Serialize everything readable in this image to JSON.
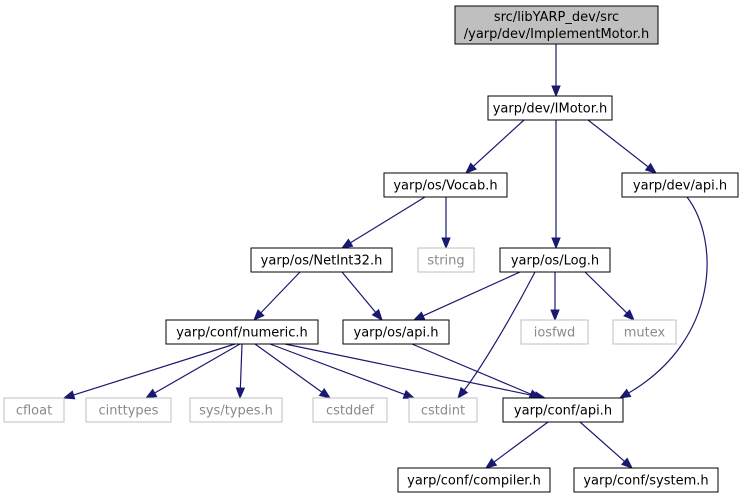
{
  "colors": {
    "edge": "#191970",
    "root_fill": "#bfbfbf",
    "node_border": "#000000",
    "system_border": "#bfbfbf",
    "system_text": "#8a8a8a"
  },
  "nodes": [
    {
      "id": "implementmotor",
      "lines": [
        "src/libYARP_dev/src",
        "/yarp/dev/ImplementMotor.h"
      ],
      "kind": "root"
    },
    {
      "id": "imotor",
      "lines": [
        "yarp/dev/IMotor.h"
      ],
      "kind": "header"
    },
    {
      "id": "vocab",
      "lines": [
        "yarp/os/Vocab.h"
      ],
      "kind": "header"
    },
    {
      "id": "devapi",
      "lines": [
        "yarp/dev/api.h"
      ],
      "kind": "header"
    },
    {
      "id": "netint32",
      "lines": [
        "yarp/os/NetInt32.h"
      ],
      "kind": "header"
    },
    {
      "id": "string",
      "lines": [
        "string"
      ],
      "kind": "system"
    },
    {
      "id": "log",
      "lines": [
        "yarp/os/Log.h"
      ],
      "kind": "header"
    },
    {
      "id": "numeric",
      "lines": [
        "yarp/conf/numeric.h"
      ],
      "kind": "header"
    },
    {
      "id": "osapi",
      "lines": [
        "yarp/os/api.h"
      ],
      "kind": "header"
    },
    {
      "id": "iosfwd",
      "lines": [
        "iosfwd"
      ],
      "kind": "system"
    },
    {
      "id": "mutex",
      "lines": [
        "mutex"
      ],
      "kind": "system"
    },
    {
      "id": "cfloat",
      "lines": [
        "cfloat"
      ],
      "kind": "system"
    },
    {
      "id": "cinttypes",
      "lines": [
        "cinttypes"
      ],
      "kind": "system"
    },
    {
      "id": "systypes",
      "lines": [
        "sys/types.h"
      ],
      "kind": "system"
    },
    {
      "id": "cstddef",
      "lines": [
        "cstddef"
      ],
      "kind": "system"
    },
    {
      "id": "cstdint",
      "lines": [
        "cstdint"
      ],
      "kind": "system"
    },
    {
      "id": "confapi",
      "lines": [
        "yarp/conf/api.h"
      ],
      "kind": "header"
    },
    {
      "id": "compiler",
      "lines": [
        "yarp/conf/compiler.h"
      ],
      "kind": "header"
    },
    {
      "id": "system",
      "lines": [
        "yarp/conf/system.h"
      ],
      "kind": "header"
    }
  ],
  "edges": [
    {
      "from": "implementmotor",
      "to": "imotor"
    },
    {
      "from": "imotor",
      "to": "vocab"
    },
    {
      "from": "imotor",
      "to": "log"
    },
    {
      "from": "imotor",
      "to": "devapi"
    },
    {
      "from": "vocab",
      "to": "netint32"
    },
    {
      "from": "vocab",
      "to": "string"
    },
    {
      "from": "devapi",
      "to": "confapi"
    },
    {
      "from": "netint32",
      "to": "numeric"
    },
    {
      "from": "netint32",
      "to": "osapi"
    },
    {
      "from": "log",
      "to": "osapi"
    },
    {
      "from": "log",
      "to": "cstdint"
    },
    {
      "from": "log",
      "to": "iosfwd"
    },
    {
      "from": "log",
      "to": "mutex"
    },
    {
      "from": "numeric",
      "to": "cfloat"
    },
    {
      "from": "numeric",
      "to": "cinttypes"
    },
    {
      "from": "numeric",
      "to": "systypes"
    },
    {
      "from": "numeric",
      "to": "cstddef"
    },
    {
      "from": "numeric",
      "to": "cstdint"
    },
    {
      "from": "numeric",
      "to": "confapi"
    },
    {
      "from": "osapi",
      "to": "confapi"
    },
    {
      "from": "confapi",
      "to": "compiler"
    },
    {
      "from": "confapi",
      "to": "system"
    }
  ]
}
